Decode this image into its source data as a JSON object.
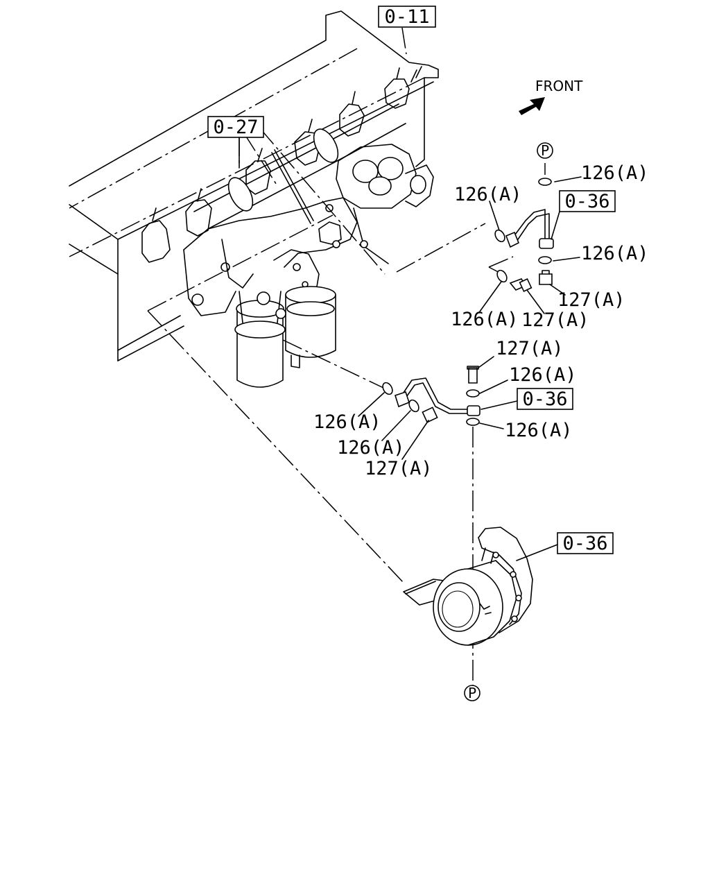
{
  "refs": {
    "r011": "0-11",
    "r027": "0-27",
    "r036_top": "0-36",
    "r036_mid": "0-36",
    "r036_bottom": "0-36"
  },
  "direction": {
    "label": "FRONT"
  },
  "markers": {
    "top": "P",
    "bottom": "P"
  },
  "callouts": {
    "c1": "126(A)",
    "c2": "126(A)",
    "c3": "126(A)",
    "c4": "126(A)",
    "c5": "127(A)",
    "c6": "127(A)",
    "c7": "127(A)",
    "c8": "126(A)",
    "c9": "126(A)",
    "c10": "126(A)",
    "c11": "126(A)",
    "c12": "127(A)"
  }
}
